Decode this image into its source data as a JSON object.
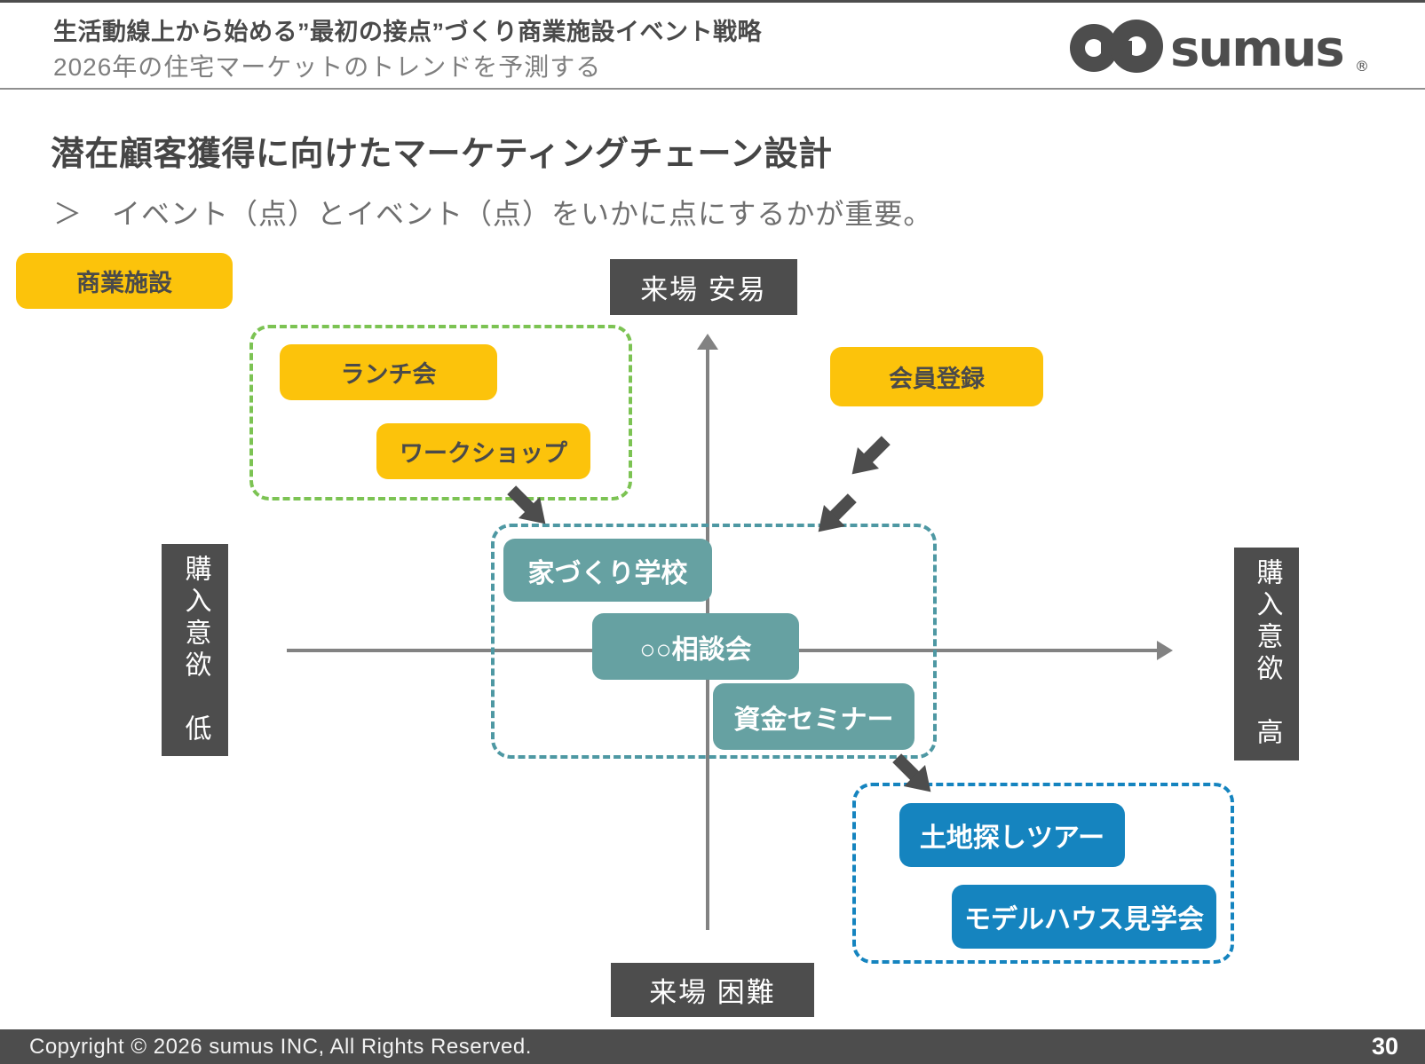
{
  "header": {
    "title": "生活動線上から始める”最初の接点”づくり商業施設イベント戦略",
    "subtitle": "2026年の住宅マーケットのトレンドを予測する",
    "logo_text": "sumus",
    "logo_reg": "®"
  },
  "content": {
    "heading": "潜在顧客獲得に向けたマーケティングチェーン設計",
    "bullet": "＞　イベント（点）とイベント（点）をいかに点にするかが重要。"
  },
  "diagram": {
    "category_badge": "商業施設",
    "axis_top": "来場 安易",
    "axis_bottom": "来場 困難",
    "axis_left": "購入意欲　低",
    "axis_right": "購入意欲　高",
    "yellow_events": [
      "ランチ会",
      "ワークショップ",
      "会員登録"
    ],
    "teal_events": [
      "家づくり学校",
      "○○相談会",
      "資金セミナー"
    ],
    "blue_events": [
      "土地探しツアー",
      "モデルハウス見学会"
    ]
  },
  "footer": {
    "copyright": "Copyright © 2026 sumus INC, All Rights Reserved.",
    "page_number": "30"
  },
  "theme": {
    "dark": "#4d4d4d",
    "yellow": "#fcc30b",
    "teal": "#66a1a2",
    "tealdash": "#4e98a3",
    "blue": "#1584bf",
    "green": "#7cc353",
    "axis": "#828282"
  }
}
